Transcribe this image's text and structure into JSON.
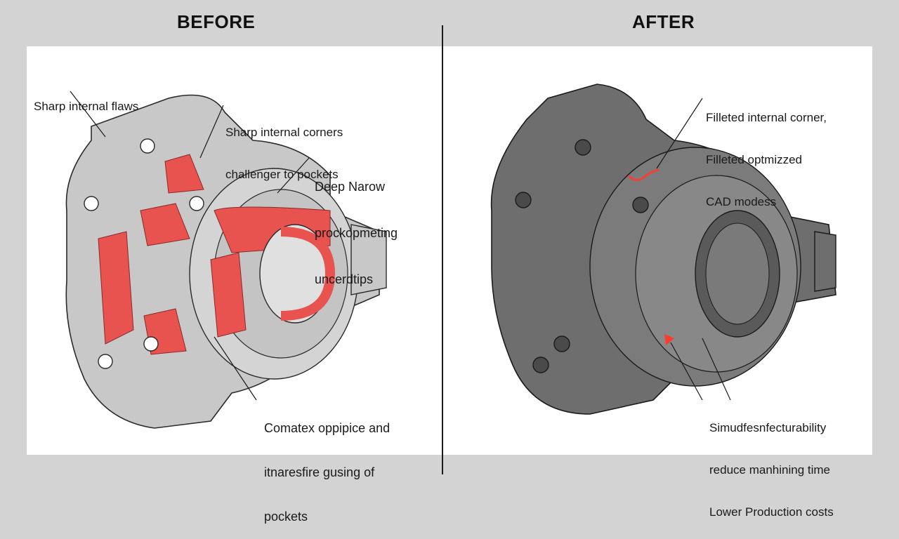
{
  "before": {
    "title": "BEFORE",
    "callouts": [
      {
        "id": "c1",
        "lines": [
          "Sharp internal flaws"
        ]
      },
      {
        "id": "c2",
        "lines": [
          "Sharp internal corners",
          "challenger to pockets"
        ]
      },
      {
        "id": "c3",
        "lines": [
          "Deep Narow",
          "prockopmeting",
          "uncerdtips"
        ]
      },
      {
        "id": "c4",
        "lines": [
          "Comatex oppipice and",
          "itnaresfire gusing of",
          "pockets"
        ]
      }
    ],
    "colors": {
      "part": "#c9c9c9",
      "highlight": "#e8534f",
      "outline": "#2a2a2a"
    }
  },
  "after": {
    "title": "AFTER",
    "callouts": [
      {
        "id": "c1",
        "lines": [
          "Filleted internal corner,",
          "Filleted optmizzed",
          "CAD modess"
        ]
      },
      {
        "id": "c2",
        "lines": [
          "Simudfesnfecturability",
          "reduce manhining time",
          "Lower Production costs"
        ]
      }
    ],
    "colors": {
      "part": "#6e6e6e",
      "glow": "#ff3b2f",
      "outline": "#1a1a1a"
    }
  },
  "background": "#d3d3d3",
  "panel_bg": "#ffffff"
}
